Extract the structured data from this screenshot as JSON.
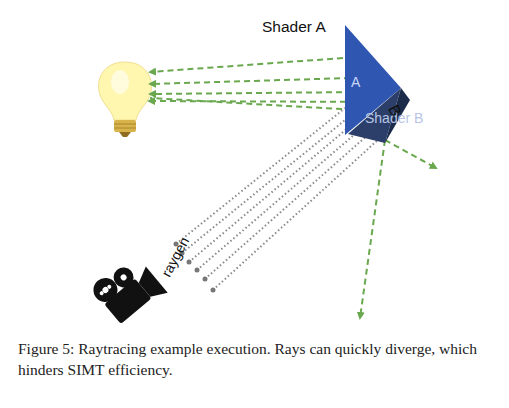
{
  "diagram": {
    "caption": "Figure 5: Raytracing example execution. Rays can quickly diverge, which hinders SIMT efficiency.",
    "nodes": [
      {
        "text": [
          "Shader A",
          "A"
        ]
      },
      {
        "text": [
          "Shader B",
          "B"
        ]
      }
    ],
    "labels": [
      "raygen"
    ]
  }
}
